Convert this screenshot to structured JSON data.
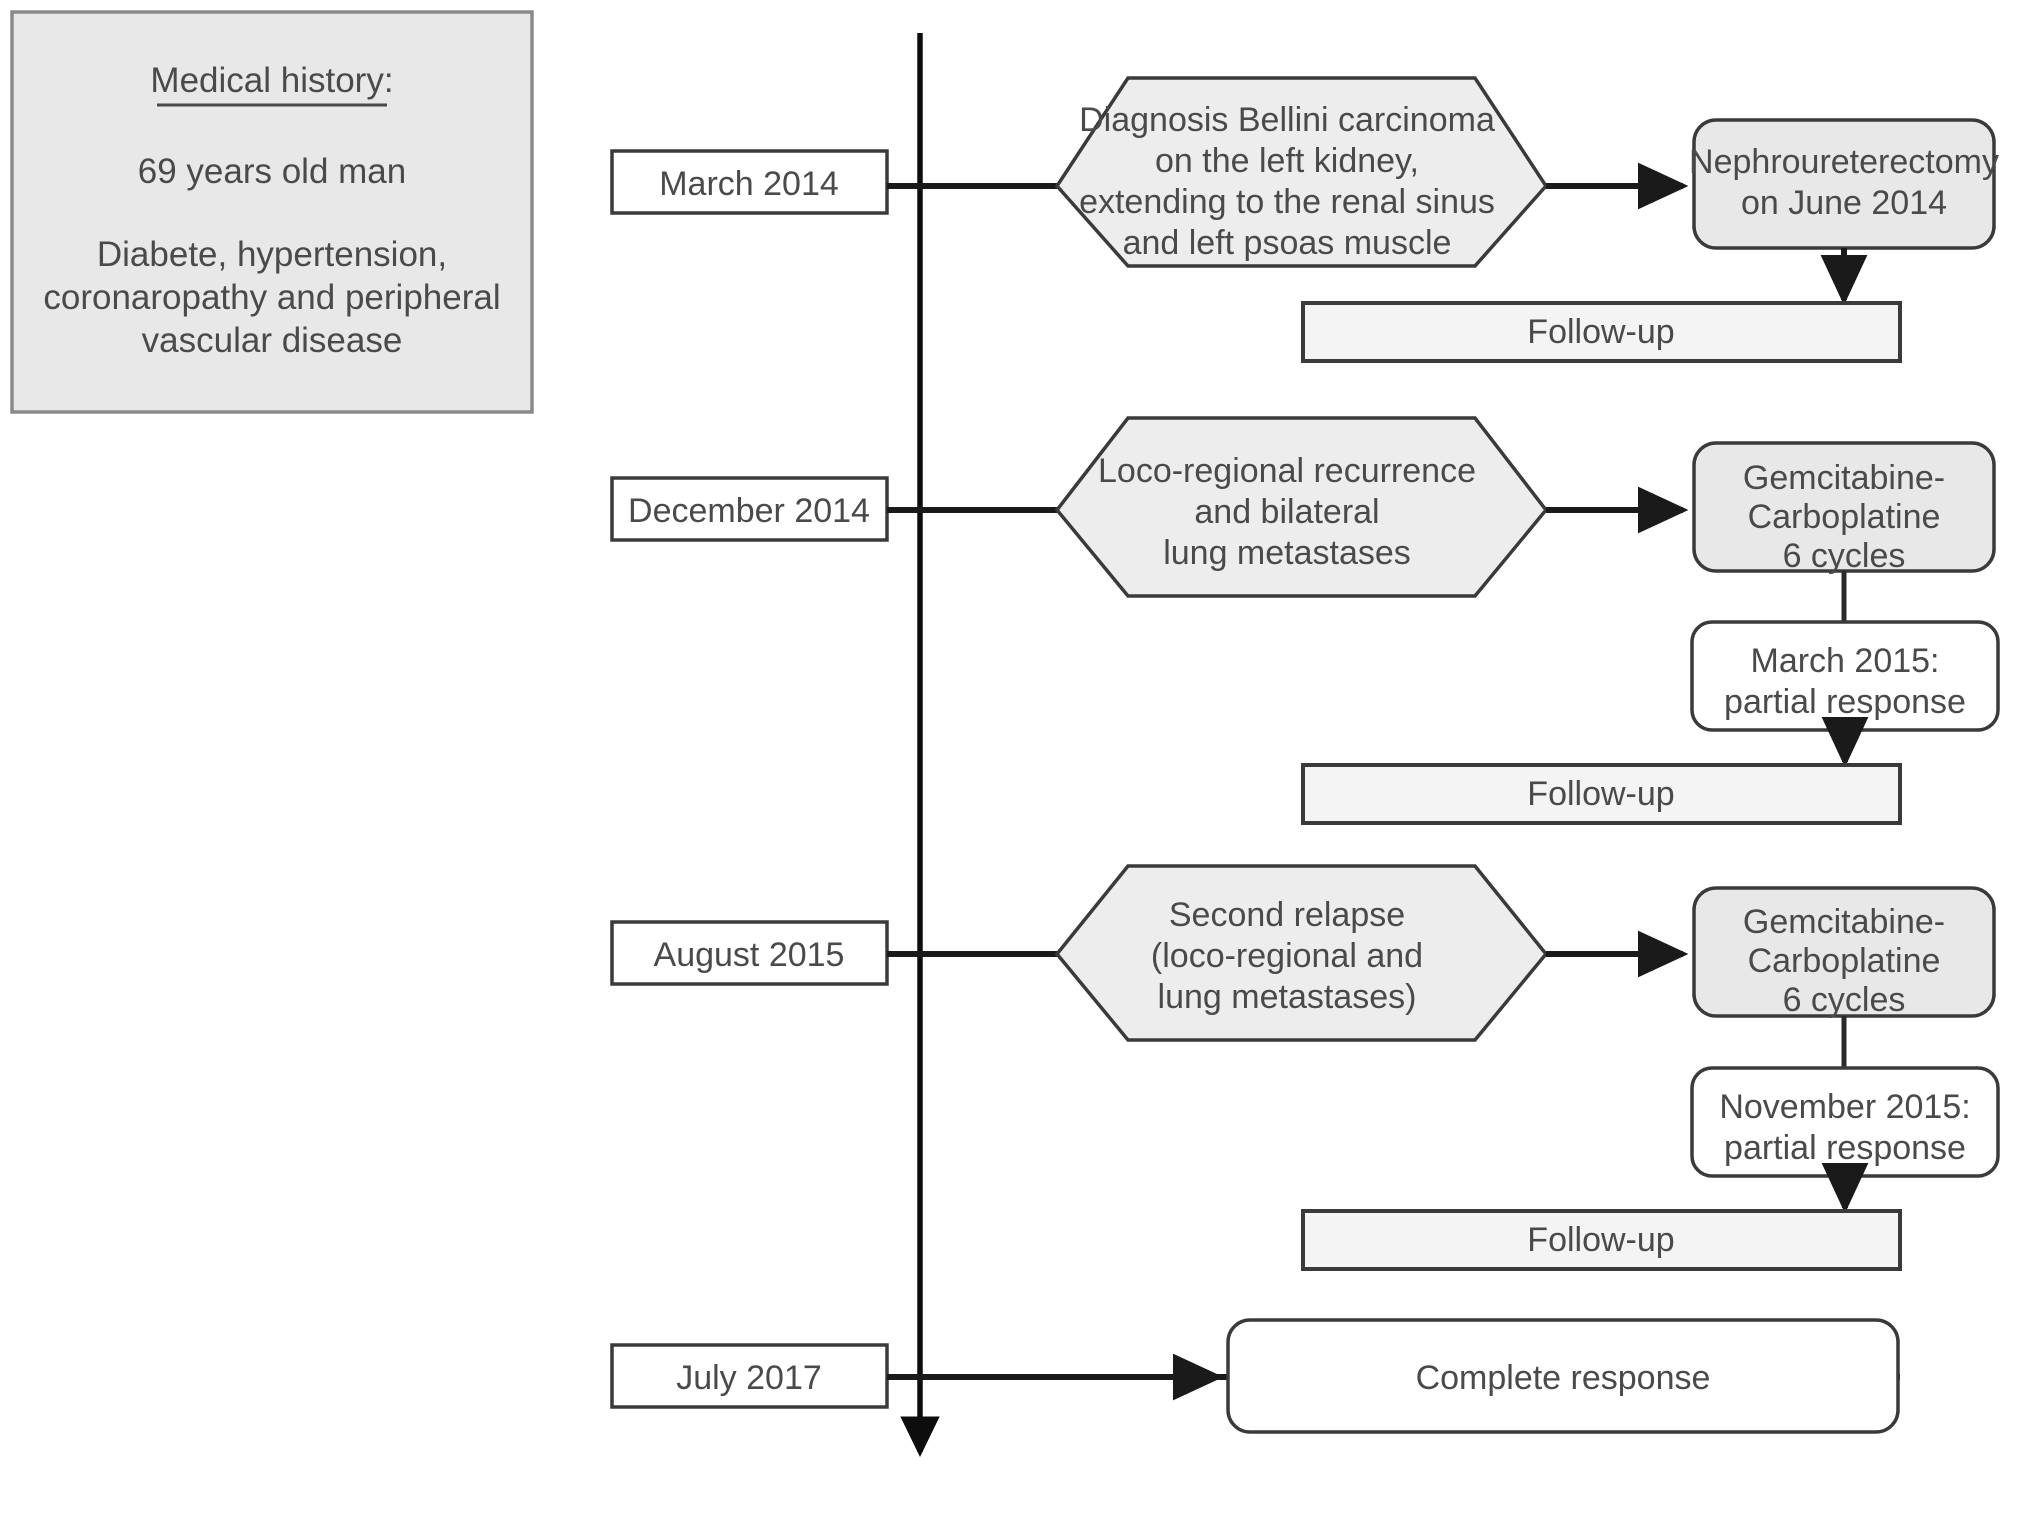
{
  "figure": {
    "type": "clinical-timeline-flowchart",
    "timeline_axis": {
      "orientation": "vertical",
      "direction": "downward"
    }
  },
  "medical_history": {
    "title": "Medical history:",
    "lines": [
      "69 years old man",
      "Diabete, hypertension,",
      "coronaropathy and peripheral",
      "vascular disease"
    ],
    "age": "69 years old man",
    "comorbidities": "Diabete, hypertension, coronaropathy and peripheral vascular disease"
  },
  "events": [
    {
      "date": "March 2014",
      "event_lines": [
        "Diagnosis Bellini carcinoma",
        "on the left kidney,",
        "extending to the renal sinus",
        "and left psoas muscle"
      ],
      "treatment_lines": [
        "Nephroureterectomy",
        "on June 2014"
      ],
      "followup": "Follow-up"
    },
    {
      "date": "December 2014",
      "event_lines": [
        "Loco-regional recurrence",
        "and bilateral",
        "lung metastases"
      ],
      "treatment_lines": [
        "Gemcitabine-",
        "Carboplatine",
        "6 cycles"
      ],
      "response_lines": [
        "March 2015:",
        "partial response"
      ],
      "followup": "Follow-up"
    },
    {
      "date": "August 2015",
      "event_lines": [
        "Second relapse",
        "(loco-regional and",
        "lung metastases)"
      ],
      "treatment_lines": [
        "Gemcitabine-",
        "Carboplatine",
        "6 cycles"
      ],
      "response_lines": [
        "November 2015:",
        "partial response"
      ],
      "followup": "Follow-up"
    },
    {
      "date": "July 2017",
      "outcome": "Complete response"
    }
  ],
  "labels": {
    "date_1": "March 2014",
    "date_2": "December 2014",
    "date_3": "August 2015",
    "date_4": "July 2017",
    "hex1_l1": "Diagnosis Bellini carcinoma",
    "hex1_l2": "on the left kidney,",
    "hex1_l3": "extending to the renal sinus",
    "hex1_l4": "and left psoas muscle",
    "hex2_l1": "Loco-regional recurrence",
    "hex2_l2": "and bilateral",
    "hex2_l3": "lung metastases",
    "hex3_l1": "Second relapse",
    "hex3_l2": "(loco-regional and",
    "hex3_l3": "lung metastases)",
    "tx1_l1": "Nephroureterectomy",
    "tx1_l2": "on June 2014",
    "tx2_l1": "Gemcitabine-",
    "tx2_l2": "Carboplatine",
    "tx2_l3": "6 cycles",
    "tx3_l1": "Gemcitabine-",
    "tx3_l2": "Carboplatine",
    "tx3_l3": "6 cycles",
    "resp1_l1": "March 2015:",
    "resp1_l2": "partial response",
    "resp2_l1": "November 2015:",
    "resp2_l2": "partial response",
    "followup_1": "Follow-up",
    "followup_2": "Follow-up",
    "followup_3": "Follow-up",
    "outcome": "Complete response",
    "hist_title": "Medical history:",
    "hist_l1": "69 years old man",
    "hist_l2": "Diabete, hypertension,",
    "hist_l3": "coronaropathy and peripheral",
    "hist_l4": "vascular disease"
  },
  "colors": {
    "hexagon_fill": "#ededed",
    "treatment_fill": "#e8e8e8",
    "followup_fill": "#f4f4f4",
    "white_fill": "#ffffff",
    "history_fill": "#e8e8e8",
    "stroke": "#3a3a3a",
    "text": "#4a4a4a",
    "axis": "#0d0d0d"
  }
}
